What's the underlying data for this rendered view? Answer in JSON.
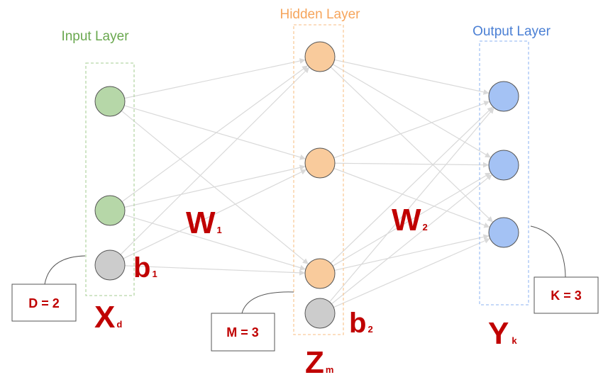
{
  "layers": {
    "input": {
      "title": "Input Layer",
      "color": "#6aa84f"
    },
    "hidden": {
      "title": "Hidden Layer",
      "color": "#f6a55c"
    },
    "output": {
      "title": "Output Layer",
      "color": "#4a7fd4"
    }
  },
  "symbols": {
    "w1": {
      "main": "W",
      "sub": "1"
    },
    "w2": {
      "main": "W",
      "sub": "2"
    },
    "b1": {
      "main": "b",
      "sub": "1"
    },
    "b2": {
      "main": "b",
      "sub": "2"
    },
    "xd": {
      "main": "X",
      "sub": "d"
    },
    "zm": {
      "main": "Z",
      "sub": "m"
    },
    "yk": {
      "main": "Y",
      "sub": "k"
    }
  },
  "callouts": {
    "d": "D = 2",
    "m": "M = 3",
    "k": "K = 3"
  },
  "colors": {
    "input_node": "#b6d7a8",
    "hidden_node": "#f9cb9c",
    "output_node": "#a4c2f4",
    "bias_node": "#cccccc",
    "node_stroke": "#555555",
    "edge": "#d9d9d9",
    "label_red": "#c00000"
  }
}
